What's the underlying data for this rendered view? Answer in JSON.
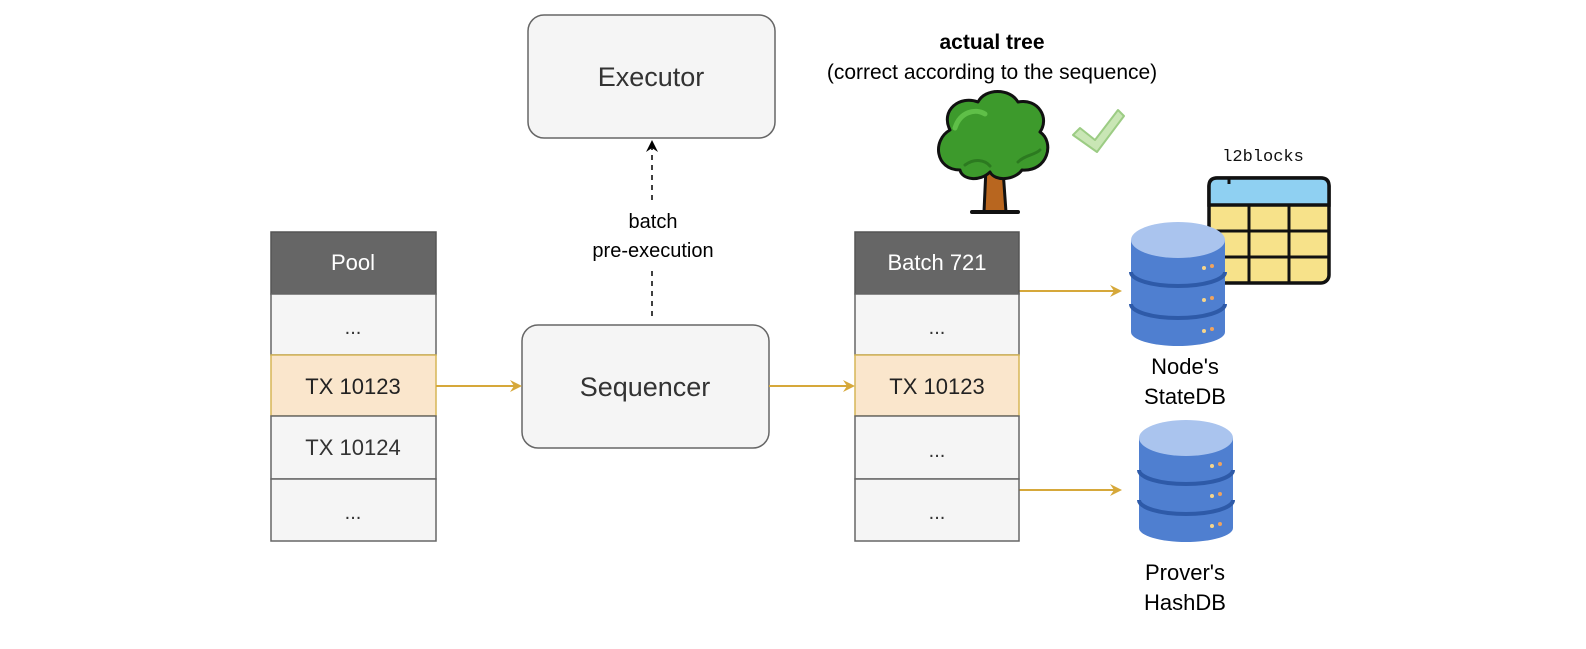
{
  "pool": {
    "header": "Pool",
    "rows": [
      "...",
      "TX 10123",
      "TX 10124",
      "..."
    ]
  },
  "batch": {
    "header": "Batch 721",
    "rows": [
      "...",
      "TX 10123",
      "...",
      "..."
    ]
  },
  "executor": {
    "label": "Executor"
  },
  "sequencer": {
    "label": "Sequencer"
  },
  "pre_execution": {
    "line1": "batch",
    "line2": "pre-execution"
  },
  "actual_tree": {
    "title": "actual tree",
    "subtitle": "(correct according to the sequence)"
  },
  "l2blocks": {
    "label": "l2blocks"
  },
  "statedb": {
    "line1": "Node's",
    "line2": "StateDB"
  },
  "hashdb": {
    "line1": "Prover's",
    "line2": "HashDB"
  },
  "colors": {
    "header_fill": "#666666",
    "row_fill": "#f5f5f5",
    "highlight_fill": "#fae6cc",
    "highlight_border": "#d6b656",
    "arrow": "#d6a83a",
    "db_blue": "#5b88d4",
    "tree_green": "#3d9a2c",
    "check_green": "#b7d9a0"
  }
}
